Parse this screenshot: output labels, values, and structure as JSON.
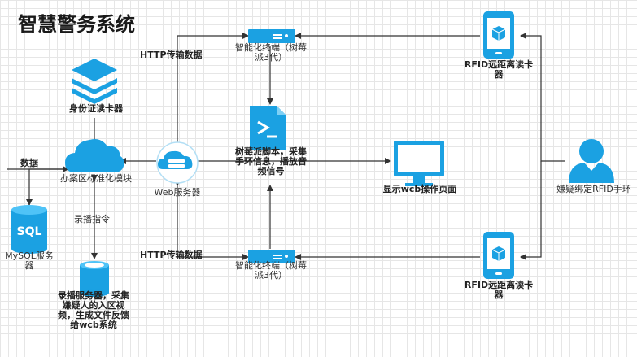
{
  "title": "智慧警务系统",
  "nodes": {
    "id_reader": "身份证读卡器",
    "case_module": "办案区标准化模块",
    "web_server": "Web服务器",
    "mysql": "MySQL服务器",
    "mysql_icon_text": "SQL",
    "recording_server": "录播服务器，采集嫌疑人的入区视频，生成文件反馈给wcb系统",
    "terminal_top": "智能化终端（树莓派3代）",
    "terminal_bottom": "智能化终端（树莓派3代）",
    "script": "树莓派脚本，采集手环信息，播放音频信号",
    "display_page": "显示wcb操作页面",
    "rfid_top": "RFID远距离读卡器",
    "rfid_bottom": "RFID远距离读卡器",
    "suspect": "嫌疑绑定RFID手环"
  },
  "edge_labels": {
    "http_top": "HTTP传输数据",
    "http_bottom": "HTTP传输数据",
    "data": "数据",
    "record_cmd": "录播指令"
  },
  "colors": {
    "accent": "#1ba1e2",
    "accent_light": "#4fc3f7",
    "line": "#333333"
  }
}
